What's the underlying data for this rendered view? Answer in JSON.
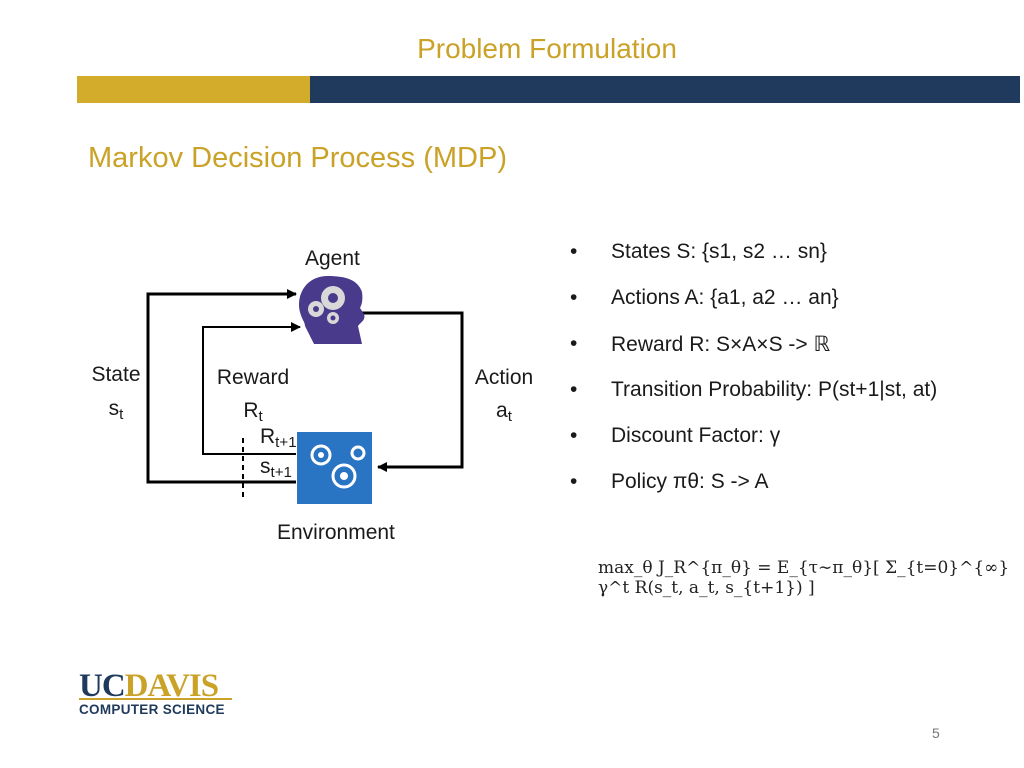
{
  "header": {
    "title": "Problem Formulation"
  },
  "section": {
    "title": "Markov Decision Process (MDP)"
  },
  "diagram": {
    "agent_label": "Agent",
    "environment_label": "Environment",
    "state_label": "State",
    "state_symbol": "s",
    "state_sub": "t",
    "reward_label": "Reward",
    "reward_symbol": "R",
    "reward_sub": "t",
    "action_label": "Action",
    "action_symbol": "a",
    "action_sub": "t",
    "next_reward_symbol": "R",
    "next_reward_sub": "t+1",
    "next_state_symbol": "s",
    "next_state_sub": "t+1",
    "agent_icon": "head-gears-icon",
    "environment_icon": "gears-icon",
    "colors": {
      "agent_icon": "#4a3a8c",
      "environment_icon": "#2a74c4"
    }
  },
  "bullets": {
    "states": "States S: {s1, s2 … sn}",
    "actions": "Actions A: {a1, a2 … an}",
    "reward": "Reward R: S×A×S -> ℝ",
    "transition": "Transition Probability: P(st+1|st, at)",
    "discount": "Discount Factor: γ",
    "policy": "Policy πθ: S -> A"
  },
  "formula": {
    "text": "max_θ J_R^{π_θ} = E_{τ∼π_θ}[ Σ_{t=0}^{∞} γ^t R(s_t, a_t, s_{t+1}) ]"
  },
  "footer": {
    "logo_uc": "UC",
    "logo_davis": "DAVIS",
    "logo_sub": "COMPUTER SCIENCE",
    "page_number": "5"
  }
}
